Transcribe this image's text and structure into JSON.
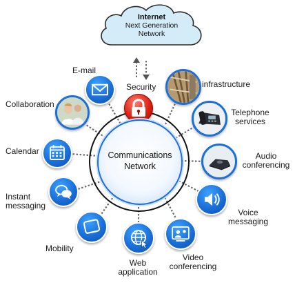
{
  "cloud": {
    "title": "Internet",
    "line1": "Next Generation",
    "line2": "Network"
  },
  "hub": {
    "line1": "Communications",
    "line2": "Network"
  },
  "security": {
    "label": "Security",
    "icon": "padlock-icon"
  },
  "nodes": {
    "email": {
      "label": "E-mail",
      "icon": "envelope-icon"
    },
    "collaboration": {
      "label": "Collaboration",
      "icon": "people-photo-icon"
    },
    "calendar": {
      "label": "Calendar",
      "icon": "calendar-icon"
    },
    "instant_messaging": {
      "line1": "Instant",
      "line2": "messaging",
      "icon": "speech-bubbles-icon"
    },
    "mobility": {
      "label": "Mobility",
      "icon": "mobile-device-icon"
    },
    "web_application": {
      "line1": "Web",
      "line2": "application",
      "icon": "globe-cursor-icon"
    },
    "video_conferencing": {
      "line1": "Video",
      "line2": "conferencing",
      "icon": "video-chat-icon"
    },
    "voice_messaging": {
      "line1": "Voice",
      "line2": "messaging",
      "icon": "speaker-icon"
    },
    "audio_conferencing": {
      "line1": "Audio",
      "line2": "conferencing",
      "icon": "conference-phone-icon"
    },
    "telephone_services": {
      "line1": "Telephone",
      "line2": "services",
      "icon": "desk-phone-icon"
    },
    "infrastructure": {
      "label": "infrastructure",
      "icon": "cabling-photo-icon"
    }
  },
  "colors": {
    "node_blue": "#1a6fd8",
    "hub_ring": "#1c6fe0",
    "security_red": "#e02012",
    "cloud_fill": "#d4ecf8",
    "connector": "#666666"
  }
}
